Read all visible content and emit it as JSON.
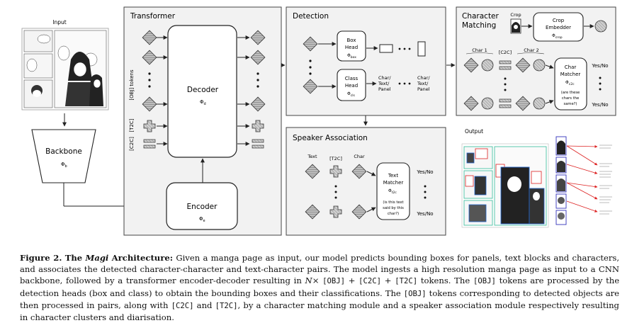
{
  "input": {
    "title": "Input"
  },
  "backbone": {
    "label": "Backbone",
    "sym": "Φ",
    "sub": "b"
  },
  "transformer": {
    "title": "Transformer",
    "decoder": {
      "label": "Decoder",
      "sym": "Φ",
      "sub": "d"
    },
    "encoder": {
      "label": "Encoder",
      "sym": "Φ",
      "sub": "e"
    },
    "tokens": {
      "obj": "[OBJ] tokens",
      "t2c": "[T2C]",
      "c2c": "[C2C]"
    }
  },
  "detection": {
    "title": "Detection",
    "box_head": {
      "line1": "Box",
      "line2": "Head",
      "sym": "Φ",
      "sub": "box"
    },
    "class_head": {
      "line1": "Class",
      "line2": "Head",
      "sym": "Φ",
      "sub": "cls"
    },
    "out1": [
      "Char/",
      "Text/",
      "Panel"
    ],
    "out2": [
      "Char/",
      "Text/",
      "Panel"
    ]
  },
  "character_matching": {
    "title_line1": "Character",
    "title_line2": "Matching",
    "crop_label": "Crop",
    "crop_embedder": {
      "line1": "Crop",
      "line2": "Embedder",
      "sym": "Φ",
      "sub": "crop"
    },
    "char1": "Char 1",
    "c2c": "[C2C]",
    "char2": "Char 2",
    "matcher": {
      "line1": "Char",
      "line2": "Matcher",
      "sym": "Φ",
      "sub": "c2c",
      "q1": "(are these",
      "q2": "chars the",
      "q3": "same?)"
    },
    "yes_no_1": "Yes/No",
    "yes_no_2": "Yes/No"
  },
  "speaker_association": {
    "title": "Speaker Association",
    "text_label": "Text",
    "t2c": "[T2C]",
    "char_label": "Char",
    "matcher": {
      "line1": "Text",
      "line2": "Matcher",
      "sym": "Φ",
      "sub": "t2c",
      "q1": "(is this text",
      "q2": "said by this",
      "q3": "char?)"
    },
    "yes_no_1": "Yes/No",
    "yes_no_2": "Yes/No"
  },
  "output": {
    "title": "Output"
  },
  "caption": {
    "fig": "Figure 2.",
    "the": "The",
    "magi": "Magi",
    "arch": "Architecture:",
    "p1": "Given a manga page as input, our model predicts bounding boxes for panels, text blocks and characters, and associates the detected character-character and text-character pairs. The model ingests a high resolution manga page as input to a CNN backbone, followed by a transformer encoder-decoder resulting in",
    "math": "N",
    "times": "×",
    "obj": "[OBJ]",
    "plus": "+",
    "c2c": "[C2C]",
    "t2c": "[T2C]",
    "p2": "tokens. The",
    "p3": "tokens are processed by the detection heads (box and class) to obtain the bounding boxes and their classifications. The",
    "p4": "tokens corresponding to detected objects are then processed in pairs, along with",
    "p5": "and",
    "p6": ", by a character matching module and a speaker association module respectively resulting in character clusters and diarisation."
  }
}
